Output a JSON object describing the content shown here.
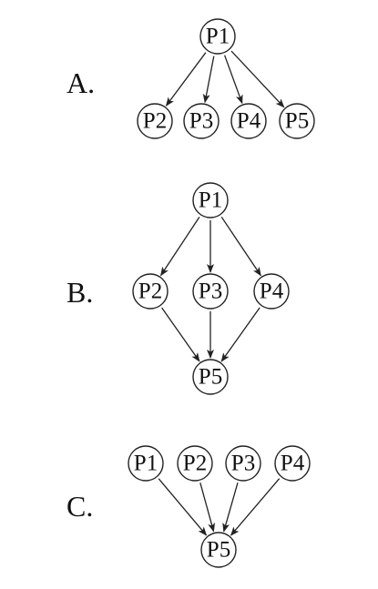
{
  "options": [
    {
      "label": "A.",
      "nodes": [
        "P1",
        "P2",
        "P3",
        "P4",
        "P5"
      ],
      "edges": [
        [
          "P1",
          "P2"
        ],
        [
          "P1",
          "P3"
        ],
        [
          "P1",
          "P4"
        ],
        [
          "P1",
          "P5"
        ]
      ]
    },
    {
      "label": "B.",
      "nodes": [
        "P1",
        "P2",
        "P3",
        "P4",
        "P5"
      ],
      "edges": [
        [
          "P1",
          "P2"
        ],
        [
          "P1",
          "P3"
        ],
        [
          "P1",
          "P4"
        ],
        [
          "P2",
          "P5"
        ],
        [
          "P3",
          "P5"
        ],
        [
          "P4",
          "P5"
        ]
      ]
    },
    {
      "label": "C.",
      "nodes": [
        "P1",
        "P2",
        "P3",
        "P4",
        "P5"
      ],
      "edges": [
        [
          "P1",
          "P5"
        ],
        [
          "P2",
          "P5"
        ],
        [
          "P3",
          "P5"
        ],
        [
          "P4",
          "P5"
        ]
      ]
    }
  ],
  "colors": {
    "stroke": "#222222",
    "text": "#111111",
    "background": "#ffffff"
  }
}
